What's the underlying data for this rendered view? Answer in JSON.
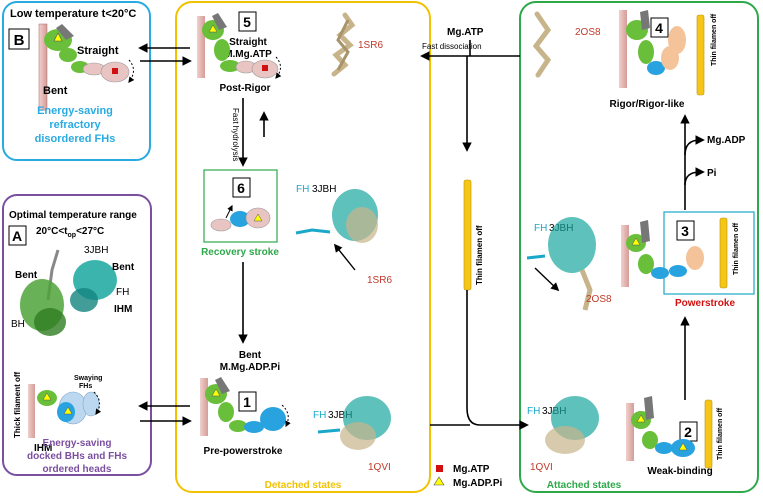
{
  "colors": {
    "panel_b": "#29abe2",
    "panel_a": "#7b4fa0",
    "detached": "#f2c200",
    "attached": "#2ea84a",
    "pdb_red": "#c0392b",
    "fh_cyan": "#1aa7c9",
    "actin_pink": "#e8b9b5",
    "lever_green": "#6abf3a",
    "motor_blue": "#29a3e0",
    "motor_peach": "#f5c39a",
    "thin_filament": "#f5c518"
  },
  "panel_b": {
    "letter": "B",
    "title": "Low temperature   t<20°C",
    "straight": "Straight",
    "bent": "Bent",
    "desc_line1": "Energy-saving",
    "desc_line2": "refractory",
    "desc_line3": "disordered FHs"
  },
  "panel_a": {
    "title": "Optimal temperature range",
    "letter": "A",
    "temp_base": "20°C<t",
    "temp_sub": "op",
    "temp_end": "<27°C",
    "pdb": "3JBH",
    "bent_left": "Bent",
    "bent_right": "Bent",
    "fh": "FH",
    "bh": "BH",
    "ihm_top": "IHM",
    "swaying": "Swaying",
    "fhs": "FHs",
    "thick_off": "Thick filament off",
    "ihm_bottom": "IHM",
    "desc_line1": "Energy-saving",
    "desc_line2": "docked BHs and FHs",
    "desc_line3": "ordered heads"
  },
  "detached": {
    "footer": "Detached states",
    "state5": {
      "num": "5",
      "l1": "Straight",
      "l2": "M.Mg.ATP",
      "l3": "Post-Rigor"
    },
    "pdb_1sr6_top": "1SR6",
    "fast_hydrolysis": "Fast hydrolysis",
    "state6": {
      "num": "6",
      "label": "Recovery stroke"
    },
    "fh_label": "FH",
    "pdb_3jbh": "3JBH",
    "pdb_1sr6_mid": "1SR6",
    "state1": {
      "num": "1",
      "l1": "Bent",
      "l2": "M.Mg.ADP.Pi",
      "l3": "Pre-powerstroke"
    },
    "fh_label_bottom": "FH",
    "pdb_3jbh_bottom": "3JBH",
    "pdb_1qvi": "1QVI"
  },
  "middle": {
    "mgatp": "Mg.ATP",
    "fast_dissociation": "Fast dissociation",
    "thin_off": "Thin filamen off"
  },
  "attached": {
    "footer": "Attached states",
    "pdb_2os8_top": "2OS8",
    "state4": {
      "num": "4",
      "label": "Rigor/Rigor-like",
      "thin": "Thin filamen off"
    },
    "mgadp": "Mg.ADP",
    "pi": "Pi",
    "state3": {
      "num": "3",
      "label": "Powerstroke",
      "thin": "Thin filamen off"
    },
    "fh_label": "FH",
    "pdb_3jbh": "3JBH",
    "pdb_2os8": "2OS8",
    "state2": {
      "num": "2",
      "label": "Weak-binding",
      "thin": "Thin filamen off"
    },
    "fh_label_bottom": "FH",
    "pdb_3jbh_bottom": "3JBH",
    "pdb_1qvi": "1QVI"
  },
  "legend": {
    "mgatp": "Mg.ATP",
    "mgadppi": "Mg.ADP.Pi"
  }
}
